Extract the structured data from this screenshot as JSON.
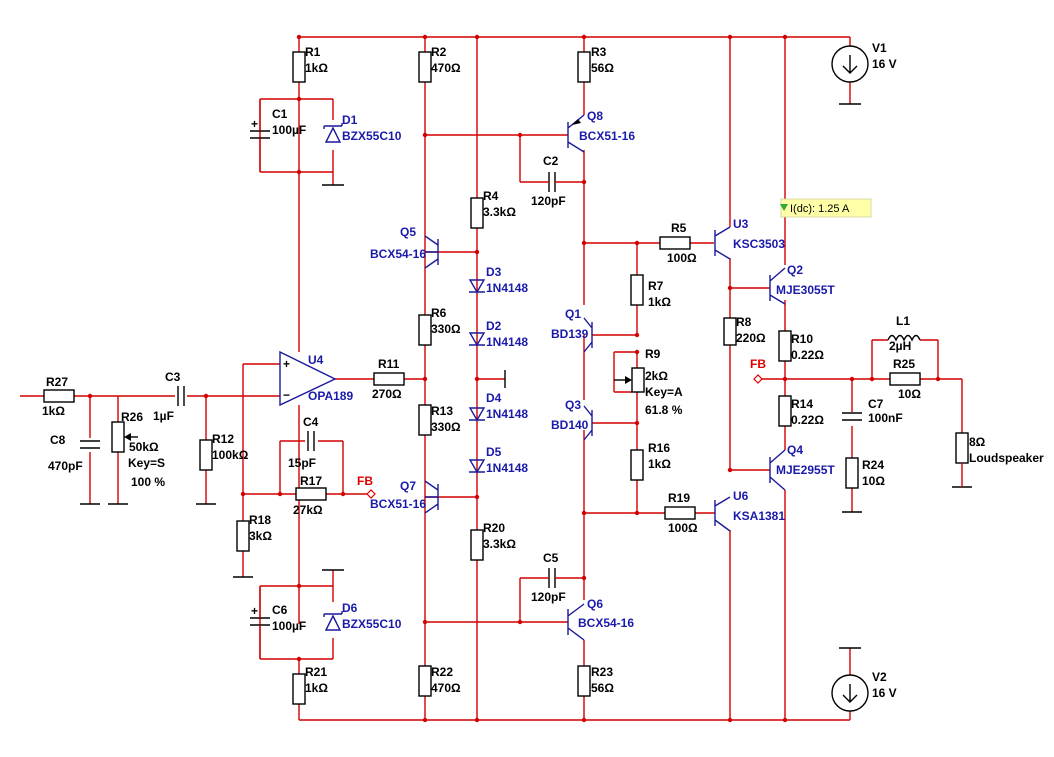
{
  "components": {
    "R1": {
      "name": "R1",
      "value": "1kΩ"
    },
    "R2": {
      "name": "R2",
      "value": "470Ω"
    },
    "R3": {
      "name": "R3",
      "value": "56Ω"
    },
    "R4": {
      "name": "R4",
      "value": "3.3kΩ"
    },
    "R5": {
      "name": "R5",
      "value": "100Ω"
    },
    "R6": {
      "name": "R6",
      "value": "330Ω"
    },
    "R7": {
      "name": "R7",
      "value": "1kΩ"
    },
    "R8": {
      "name": "R8",
      "value": "220Ω"
    },
    "R9": {
      "name": "R9",
      "value": "2kΩ",
      "key": "Key=A",
      "setting": "61.8 %"
    },
    "R10": {
      "name": "R10",
      "value": "0.22Ω"
    },
    "R11": {
      "name": "R11",
      "value": "270Ω"
    },
    "R12": {
      "name": "R12",
      "value": "100kΩ"
    },
    "R13": {
      "name": "R13",
      "value": "330Ω"
    },
    "R14": {
      "name": "R14",
      "value": "0.22Ω"
    },
    "R16": {
      "name": "R16",
      "value": "1kΩ"
    },
    "R17": {
      "name": "R17",
      "value": "27kΩ"
    },
    "R18": {
      "name": "R18",
      "value": "3kΩ"
    },
    "R19": {
      "name": "R19",
      "value": "100Ω"
    },
    "R20": {
      "name": "R20",
      "value": "3.3kΩ"
    },
    "R21": {
      "name": "R21",
      "value": "1kΩ"
    },
    "R22": {
      "name": "R22",
      "value": "470Ω"
    },
    "R23": {
      "name": "R23",
      "value": "56Ω"
    },
    "R24": {
      "name": "R24",
      "value": "10Ω"
    },
    "R25": {
      "name": "R25",
      "value": "10Ω"
    },
    "R26": {
      "name": "R26",
      "value": "50kΩ",
      "key": "Key=S",
      "setting": "100 %"
    },
    "R27": {
      "name": "R27",
      "value": "1kΩ"
    },
    "C1": {
      "name": "C1",
      "value": "100µF"
    },
    "C2": {
      "name": "C2",
      "value": "120pF"
    },
    "C3": {
      "name": "C3",
      "value": "1µF"
    },
    "C4": {
      "name": "C4",
      "value": "15pF"
    },
    "C5": {
      "name": "C5",
      "value": "120pF"
    },
    "C6": {
      "name": "C6",
      "value": "100µF"
    },
    "C7": {
      "name": "C7",
      "value": "100nF"
    },
    "C8": {
      "name": "C8",
      "value": "470pF"
    },
    "L1": {
      "name": "L1",
      "value": "2µH"
    },
    "D1": {
      "name": "D1",
      "value": "BZX55C10"
    },
    "D2": {
      "name": "D2",
      "value": "1N4148"
    },
    "D3": {
      "name": "D3",
      "value": "1N4148"
    },
    "D4": {
      "name": "D4",
      "value": "1N4148"
    },
    "D5": {
      "name": "D5",
      "value": "1N4148"
    },
    "D6": {
      "name": "D6",
      "value": "BZX55C10"
    },
    "Q1": {
      "name": "Q1",
      "value": "BD139"
    },
    "Q2": {
      "name": "Q2",
      "value": "MJE3055T"
    },
    "Q3": {
      "name": "Q3",
      "value": "BD140"
    },
    "Q4": {
      "name": "Q4",
      "value": "MJE2955T"
    },
    "Q5": {
      "name": "Q5",
      "value": "BCX54-16"
    },
    "Q6": {
      "name": "Q6",
      "value": "BCX54-16"
    },
    "Q7": {
      "name": "Q7",
      "value": "BCX51-16"
    },
    "Q8": {
      "name": "Q8",
      "value": "BCX51-16"
    },
    "U3": {
      "name": "U3",
      "value": "KSC3503"
    },
    "U4": {
      "name": "U4",
      "value": "OPA189"
    },
    "U6": {
      "name": "U6",
      "value": "KSA1381"
    },
    "V1": {
      "name": "V1",
      "value": "16 V"
    },
    "V2": {
      "name": "V2",
      "value": "16 V"
    },
    "SPK": {
      "name": "8Ω",
      "value": "Loudspeaker"
    }
  },
  "net_labels": {
    "fb": "FB"
  },
  "probe": {
    "text": "I(dc): 1.25 A"
  },
  "opamp_pins": {
    "plus": "+",
    "minus": "−"
  },
  "cap_polarity": "+",
  "colors": {
    "wire": "#d40000",
    "part_label": "#1a1aaa",
    "net_label": "#e00000",
    "probe_bg": "#ffffa8"
  }
}
